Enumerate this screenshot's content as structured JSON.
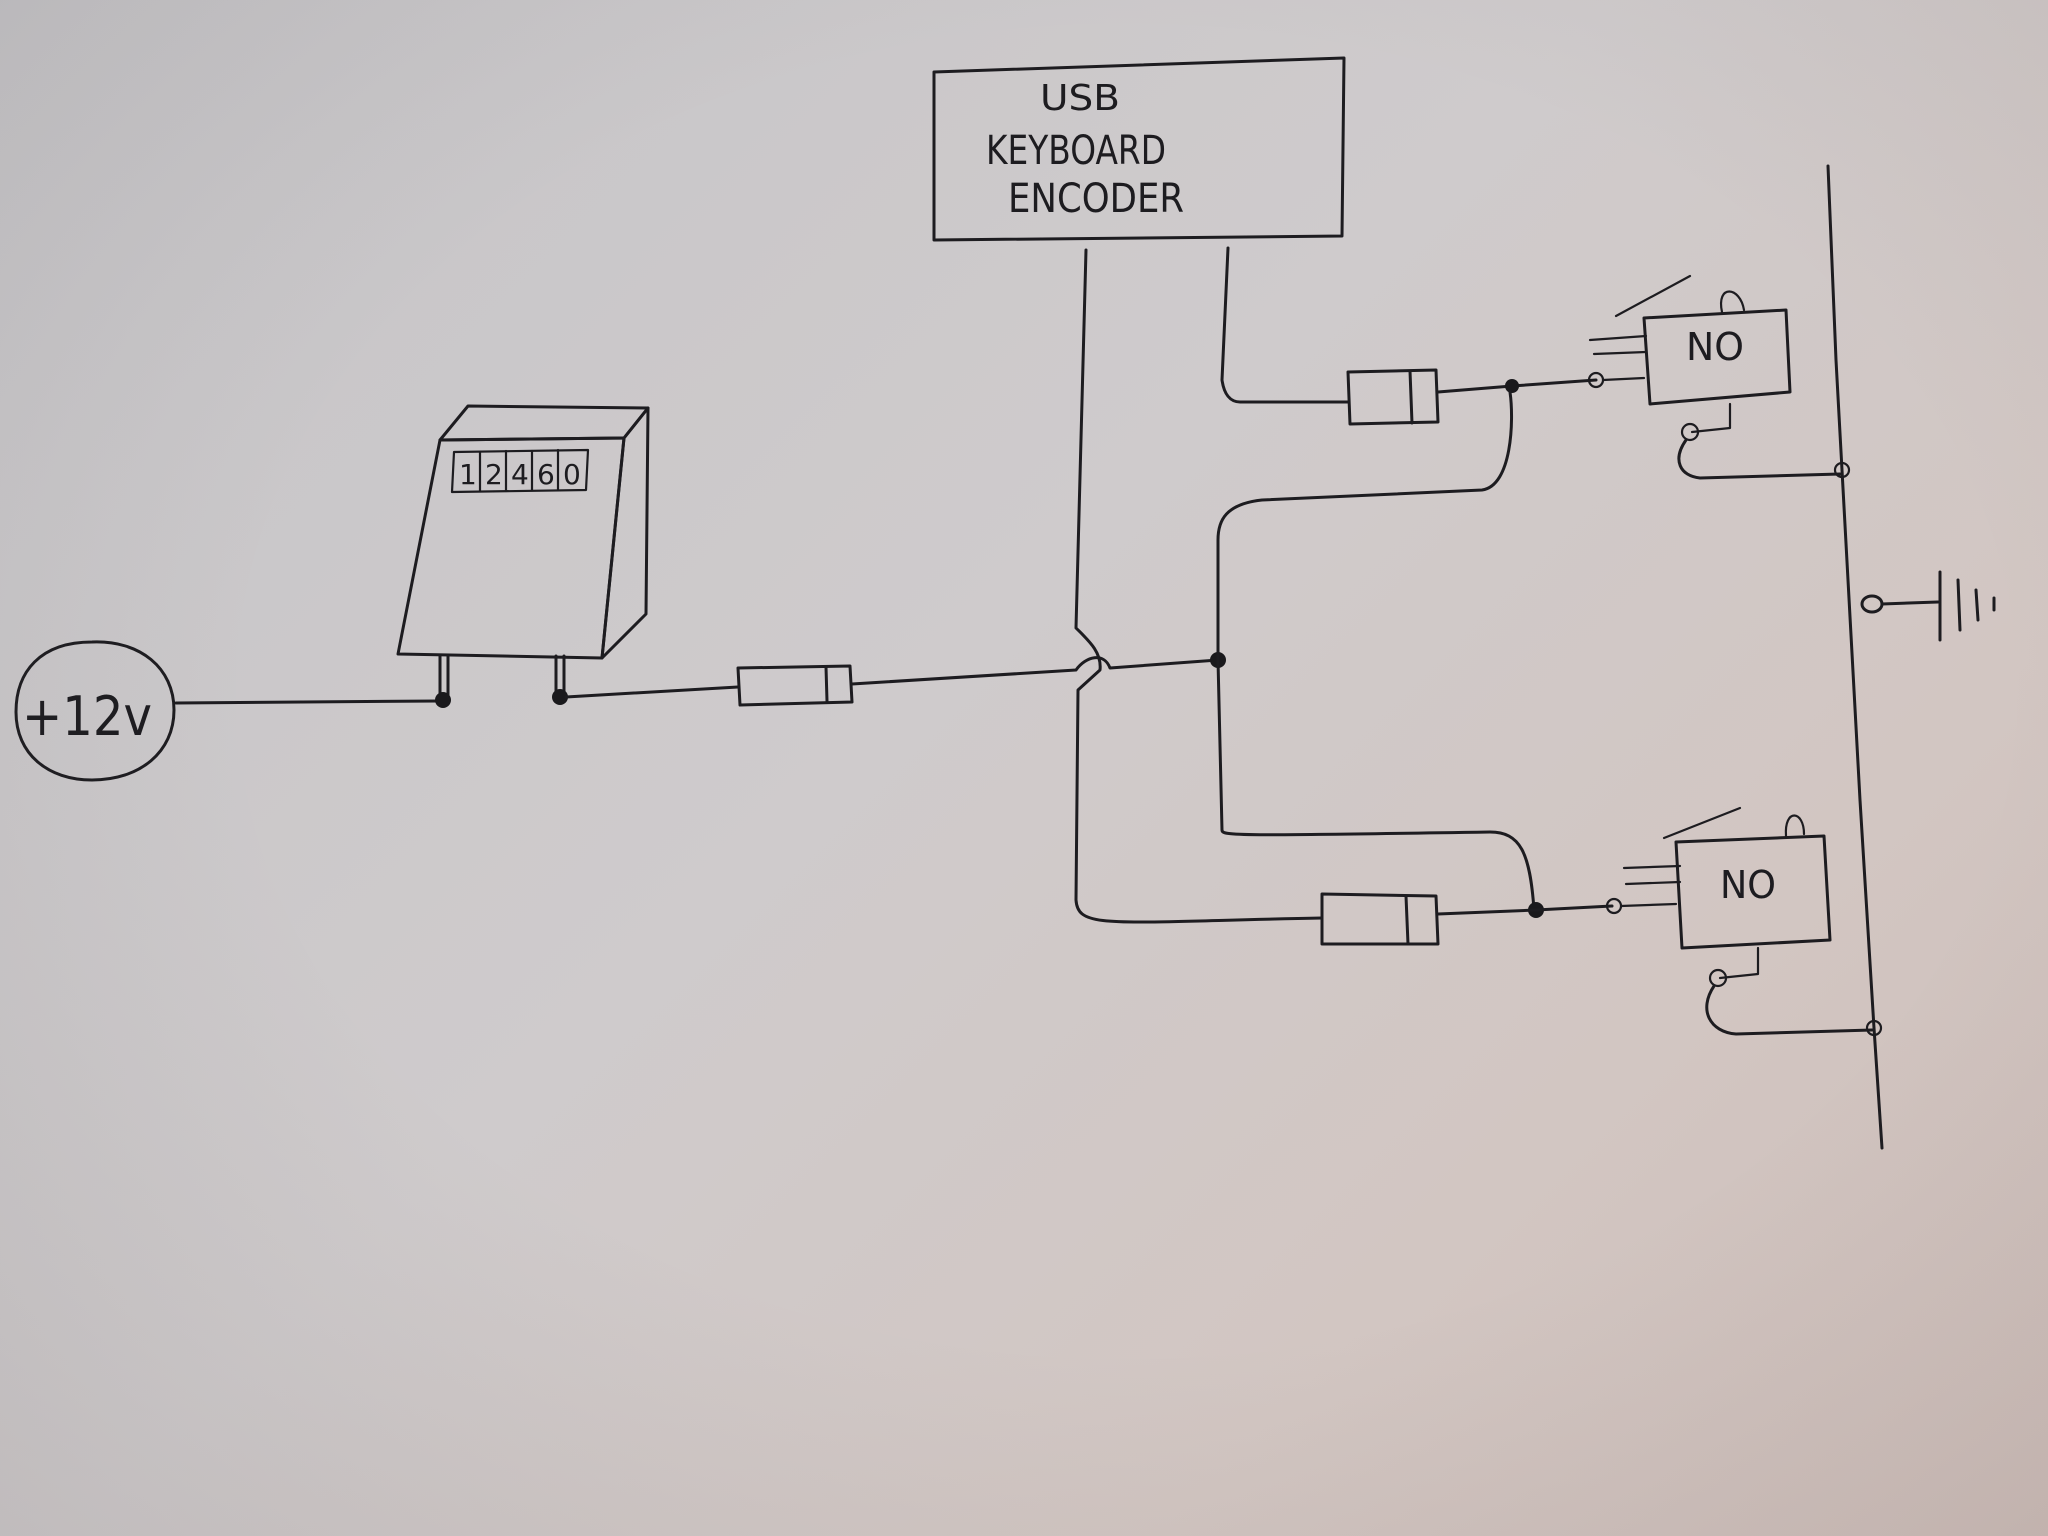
{
  "power_source": {
    "label": "+12v"
  },
  "encoder": {
    "line1": "USB",
    "line2": "KEYBOARD",
    "line3": "ENCODER"
  },
  "counter": {
    "digits": [
      "1",
      "2",
      "4",
      "6",
      "0"
    ]
  },
  "switches": [
    {
      "label": "NO"
    },
    {
      "label": "NO"
    }
  ]
}
